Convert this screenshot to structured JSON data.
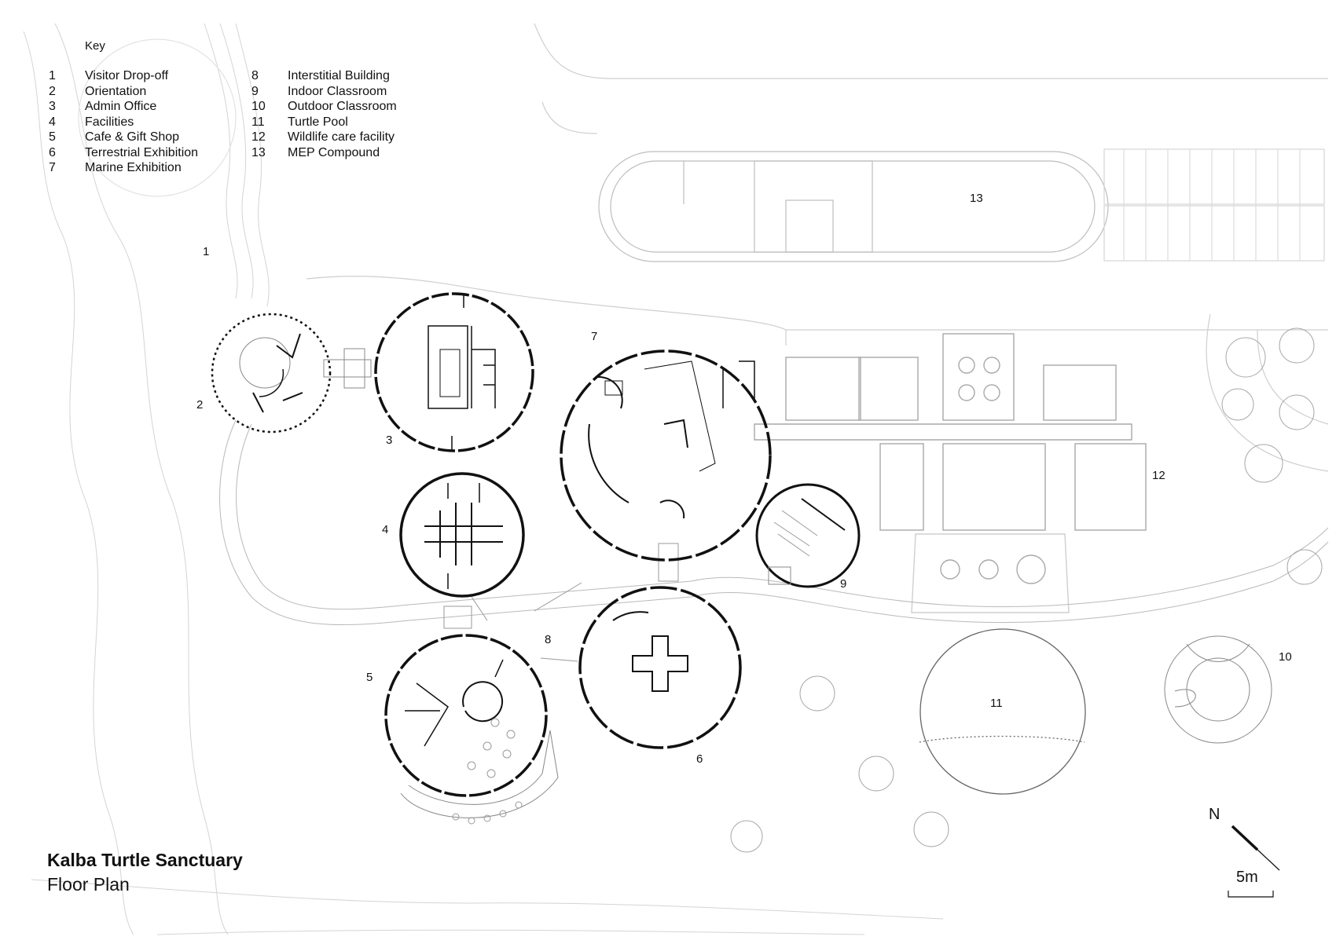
{
  "key": {
    "title": "Key",
    "items": [
      {
        "num": "1",
        "label": "Visitor Drop-off"
      },
      {
        "num": "2",
        "label": "Orientation"
      },
      {
        "num": "3",
        "label": "Admin Office"
      },
      {
        "num": "4",
        "label": "Facilities"
      },
      {
        "num": "5",
        "label": "Cafe & Gift Shop"
      },
      {
        "num": "6",
        "label": "Terrestrial Exhibition"
      },
      {
        "num": "7",
        "label": "Marine Exhibition"
      },
      {
        "num": "8",
        "label": "Interstitial Building"
      },
      {
        "num": "9",
        "label": "Indoor Classroom"
      },
      {
        "num": "10",
        "label": "Outdoor Classroom"
      },
      {
        "num": "11",
        "label": "Turtle Pool"
      },
      {
        "num": "12",
        "label": "Wildlife care facility"
      },
      {
        "num": "13",
        "label": "MEP Compound"
      }
    ]
  },
  "title": {
    "main": "Kalba Turtle Sanctuary",
    "sub": "Floor Plan"
  },
  "plan_labels": {
    "l1": "1",
    "l2": "2",
    "l3": "3",
    "l4": "4",
    "l5": "5",
    "l6": "6",
    "l7": "7",
    "l8": "8",
    "l9": "9",
    "l10": "10",
    "l11": "11",
    "l12": "12",
    "l13": "13"
  },
  "north_arrow": "N",
  "scale_bar": "5m",
  "colors": {
    "ink": "#111111",
    "light_line": "#c8c8c8",
    "mid_line": "#8a8a8a"
  }
}
